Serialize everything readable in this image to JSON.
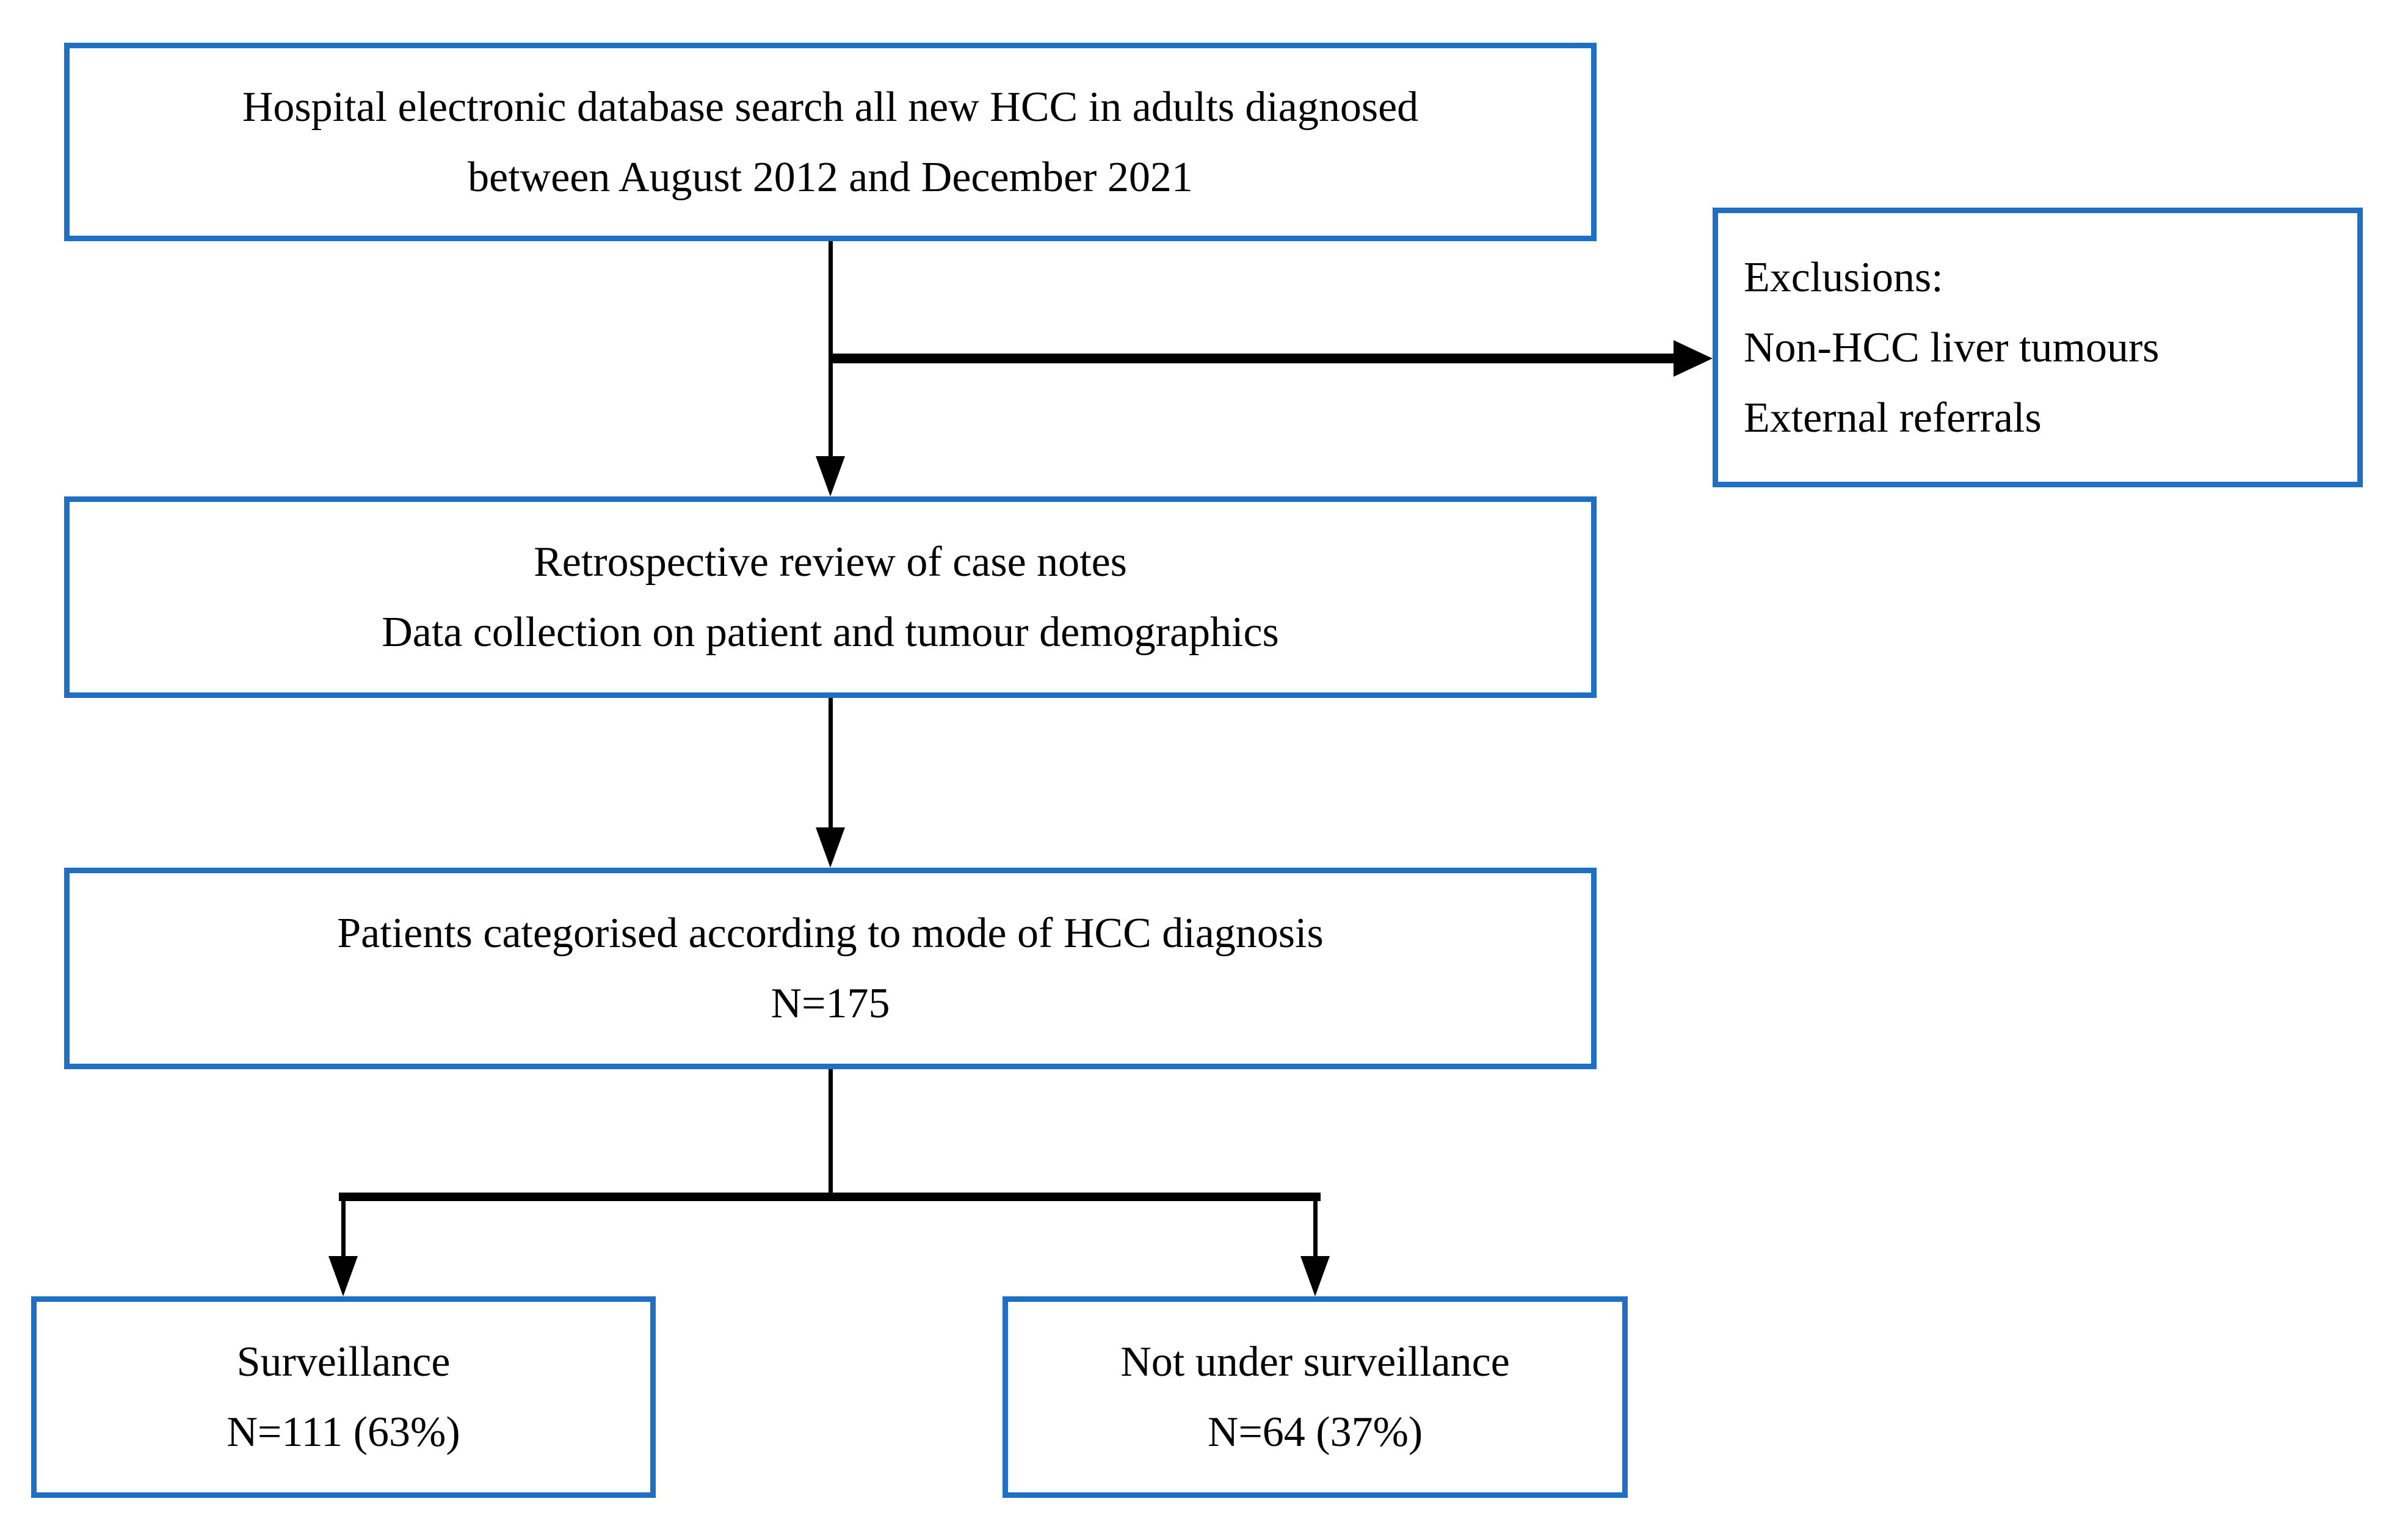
{
  "diagram": {
    "type": "flowchart",
    "colors": {
      "background": "#ffffff",
      "box_border": "#1f6fc5",
      "connector": "#000000",
      "text": "#000000"
    },
    "nodes": {
      "database_search": {
        "lines": [
          "Hospital electronic database search all new HCC in adults diagnosed",
          "between August 2012 and December 2021"
        ]
      },
      "exclusions": {
        "lines": [
          "Exclusions:",
          "Non-HCC liver tumours",
          "External referrals"
        ]
      },
      "review": {
        "lines": [
          "Retrospective review of case notes",
          "Data collection on patient and tumour demographics"
        ]
      },
      "categorised": {
        "lines": [
          "Patients categorised according to mode of HCC diagnosis",
          "N=175"
        ]
      },
      "surveillance": {
        "lines": [
          "Surveillance",
          "N=111 (63%)"
        ]
      },
      "not_under_surveillance": {
        "lines": [
          "Not under surveillance",
          "N=64 (37%)"
        ]
      }
    },
    "edges": [
      {
        "from": "database_search",
        "to": "review",
        "style": "arrow"
      },
      {
        "from": "database_search",
        "to": "exclusions",
        "style": "arrow"
      },
      {
        "from": "review",
        "to": "categorised",
        "style": "arrow"
      },
      {
        "from": "categorised",
        "to": "surveillance",
        "style": "arrow"
      },
      {
        "from": "categorised",
        "to": "not_under_surveillance",
        "style": "arrow"
      }
    ]
  }
}
